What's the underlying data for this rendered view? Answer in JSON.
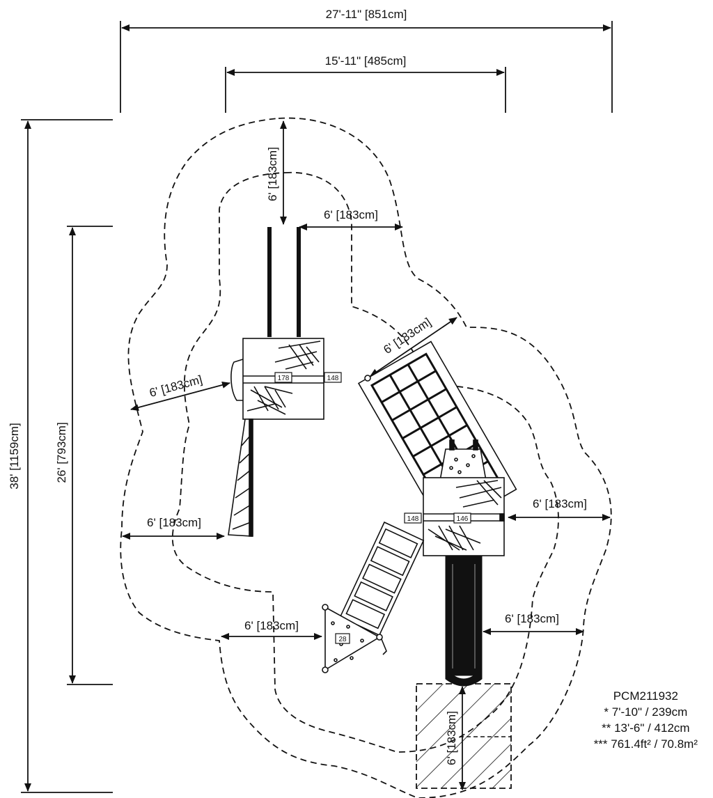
{
  "dimensions": {
    "overall_width": "27'-11\" [851cm]",
    "inner_width": "15'-11\" [485cm]",
    "overall_height": "38' [1159cm]",
    "inner_height": "26' [793cm]",
    "safety_zone": "6' [183cm]"
  },
  "component_tags": [
    "178",
    "148",
    "148",
    "146",
    "28"
  ],
  "info": {
    "model": "PCM211932",
    "line1": "* 7'-10\" / 239cm",
    "line2": "** 13'-6\" / 412cm",
    "line3": "*** 761.4ft² / 70.8m²"
  }
}
